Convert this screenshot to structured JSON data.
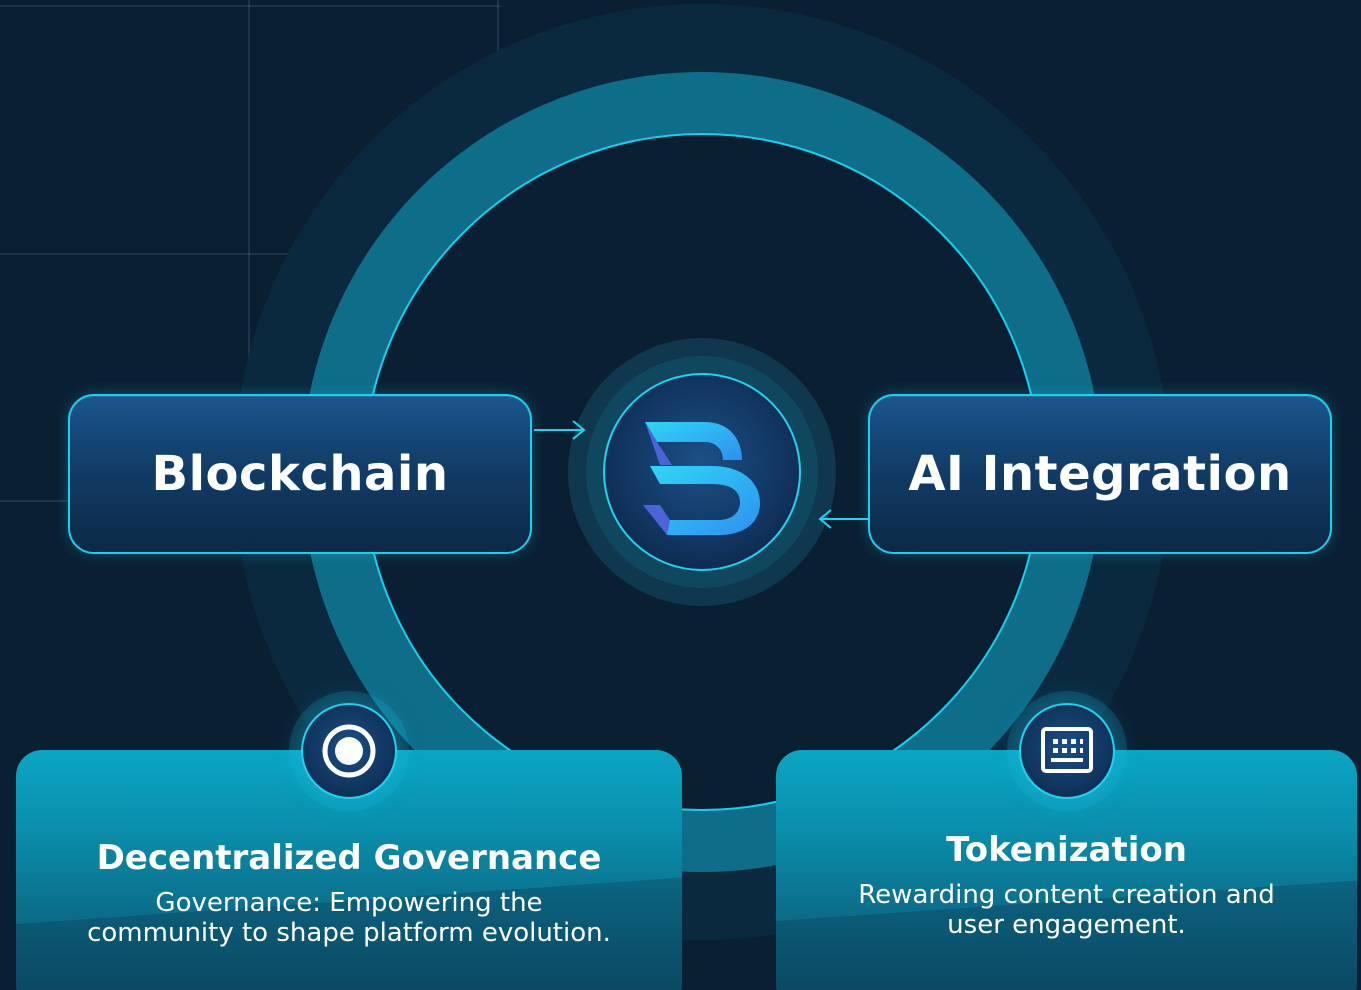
{
  "center": {
    "logo_icon": "db-logo-icon"
  },
  "nodes": {
    "blockchain": {
      "label": "Blockchain"
    },
    "ai_integration": {
      "label": "AI Integration"
    }
  },
  "cards": {
    "governance": {
      "icon": "radio-target-icon",
      "title": "Decentralized Governance",
      "description_line1": "Governance: Empowering the",
      "description_line2": "community to shape platform evolution."
    },
    "tokenization": {
      "icon": "keyboard-grid-icon",
      "title": "Tokenization",
      "description_line1": "Rewarding content creation and",
      "description_line2": "user engagement."
    }
  },
  "colors": {
    "background": "#0b1f33",
    "ring": "#0f6f8c",
    "accent": "#1cd0ec",
    "pill": "#16497a",
    "card": "#0a9fbd"
  }
}
